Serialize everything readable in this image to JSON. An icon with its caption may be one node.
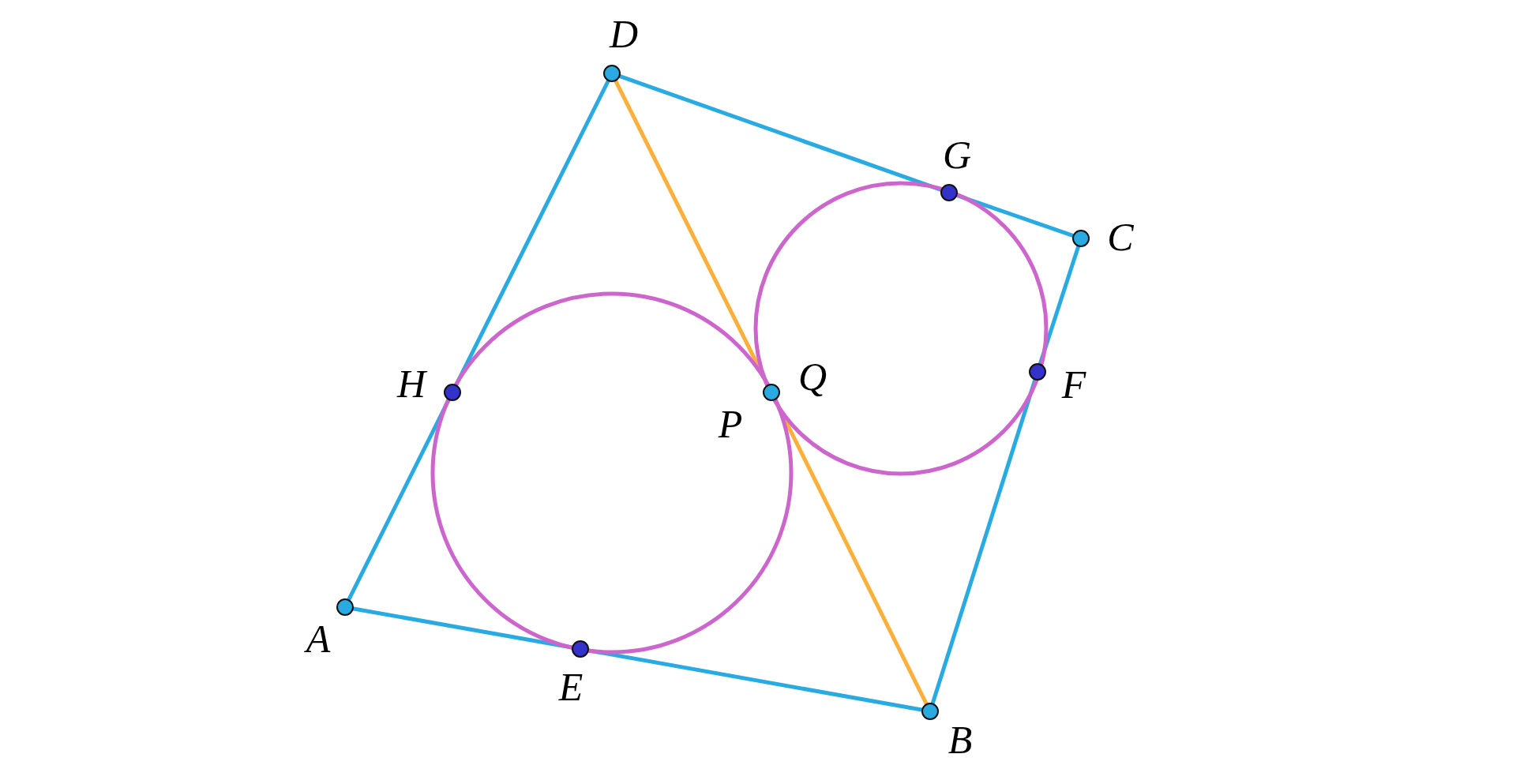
{
  "diagram": {
    "nodes": [
      {
        "text": [
          "D"
        ]
      },
      {
        "text": [
          "G"
        ]
      },
      {
        "text": [
          "C"
        ]
      },
      {
        "text": [
          "F"
        ]
      },
      {
        "text": [
          "H"
        ]
      },
      {
        "text": [
          "Q",
          "P"
        ]
      },
      {
        "text": [
          "A"
        ]
      },
      {
        "text": [
          "E"
        ]
      },
      {
        "text": [
          "B"
        ]
      }
    ],
    "edges": [
      {
        "from": 6,
        "to": 4,
        "arrow": "none"
      },
      {
        "from": 4,
        "to": 0,
        "arrow": "none"
      },
      {
        "from": 0,
        "to": 1,
        "arrow": "none"
      },
      {
        "from": 1,
        "to": 2,
        "arrow": "none"
      },
      {
        "from": 2,
        "to": 3,
        "arrow": "none"
      },
      {
        "from": 3,
        "to": 8,
        "arrow": "none"
      },
      {
        "from": 8,
        "to": 7,
        "arrow": "none"
      },
      {
        "from": 7,
        "to": 6,
        "arrow": "none"
      },
      {
        "from": 0,
        "to": 5,
        "arrow": "none",
        "color": "#fbb03b"
      },
      {
        "from": 5,
        "to": 8,
        "arrow": "none",
        "color": "#fbb03b"
      }
    ]
  }
}
